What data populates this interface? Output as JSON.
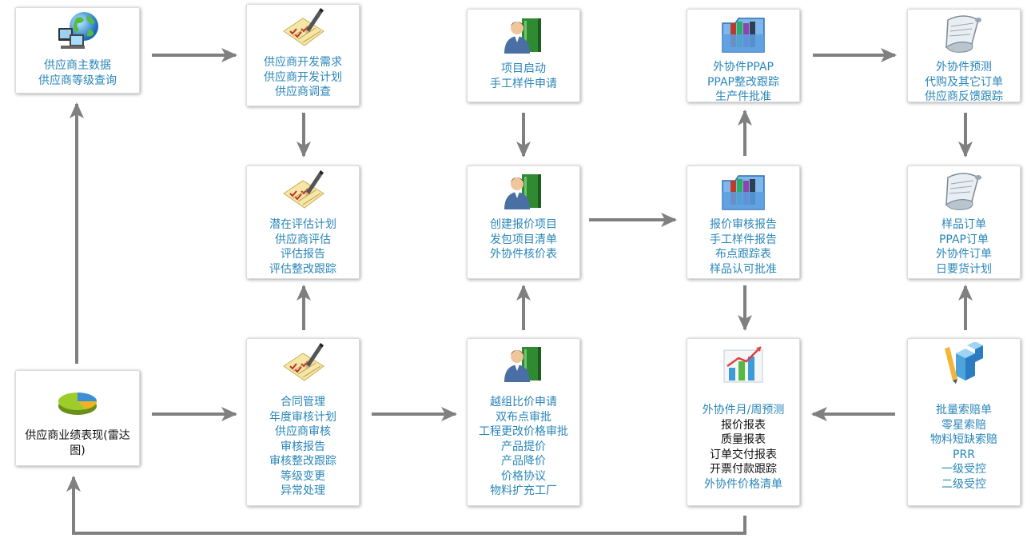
{
  "colors": {
    "link": "#2a86b9",
    "dark_text": "#111111",
    "arrow": "#808080"
  },
  "nodes": {
    "supplier_master": {
      "icon": "globe-computers-icon",
      "lines": [
        "供应商主数据",
        "供应商等级查询"
      ]
    },
    "dev_requirements": {
      "icon": "pen-checklist-icon",
      "lines": [
        "供应商开发需求",
        "供应商开发计划",
        "供应商调查"
      ]
    },
    "project_start": {
      "icon": "person-book-icon",
      "lines": [
        "项目启动",
        "手工样件申请"
      ]
    },
    "ppap": {
      "icon": "binder-folder-icon",
      "lines": [
        "外协件PPAP",
        "PPAP整改跟踪",
        "生产件批准"
      ]
    },
    "forecast": {
      "icon": "paper-scroll-icon",
      "lines": [
        "外协件预测",
        "代购及其它订单",
        "供应商反馈跟踪"
      ]
    },
    "evaluation": {
      "icon": "pen-checklist-icon",
      "lines": [
        "潜在评估计划",
        "供应商评估",
        "评估报告",
        "评估整改跟踪"
      ]
    },
    "quotation": {
      "icon": "person-book-icon",
      "lines": [
        "创建报价项目",
        "发包项目清单",
        "外协件核价表"
      ]
    },
    "reports": {
      "icon": "binder-folder-icon",
      "lines": [
        "报价审核报告",
        "手工样件报告",
        "布点跟踪表",
        "样品认可批准"
      ]
    },
    "orders": {
      "icon": "paper-scroll-icon",
      "lines": [
        "样品订单",
        "PPAP订单",
        "外协件订单",
        "日要货计划"
      ]
    },
    "performance": {
      "icon": "pie-chart-icon",
      "lines": [
        "供应商业绩表现(雷达",
        "图)"
      ]
    },
    "contract": {
      "icon": "pen-checklist-icon",
      "lines": [
        "合同管理",
        "年度审核计划",
        "供应商审核",
        "审核报告",
        "审核整改跟踪",
        "等级变更",
        "异常处理"
      ]
    },
    "price_approval": {
      "icon": "person-book-icon",
      "lines": [
        "越组比价申请",
        "双布点审批",
        "工程更改价格审批",
        "产品提价",
        "产品降价",
        "价格协议",
        "物料扩充工厂"
      ]
    },
    "weekly_forecast": {
      "icon": "bar-chart-icon",
      "lines": [
        "外协件月/周预测",
        "报价报表",
        "质量报表",
        "订单交付报表",
        "开票付款跟踪",
        "外协件价格清单"
      ]
    },
    "claims": {
      "icon": "blocks-ruler-icon",
      "lines": [
        "批量索赔单",
        "零星索赔",
        "物料短缺索赔",
        "PRR",
        "一级受控",
        "二级受控"
      ]
    }
  }
}
